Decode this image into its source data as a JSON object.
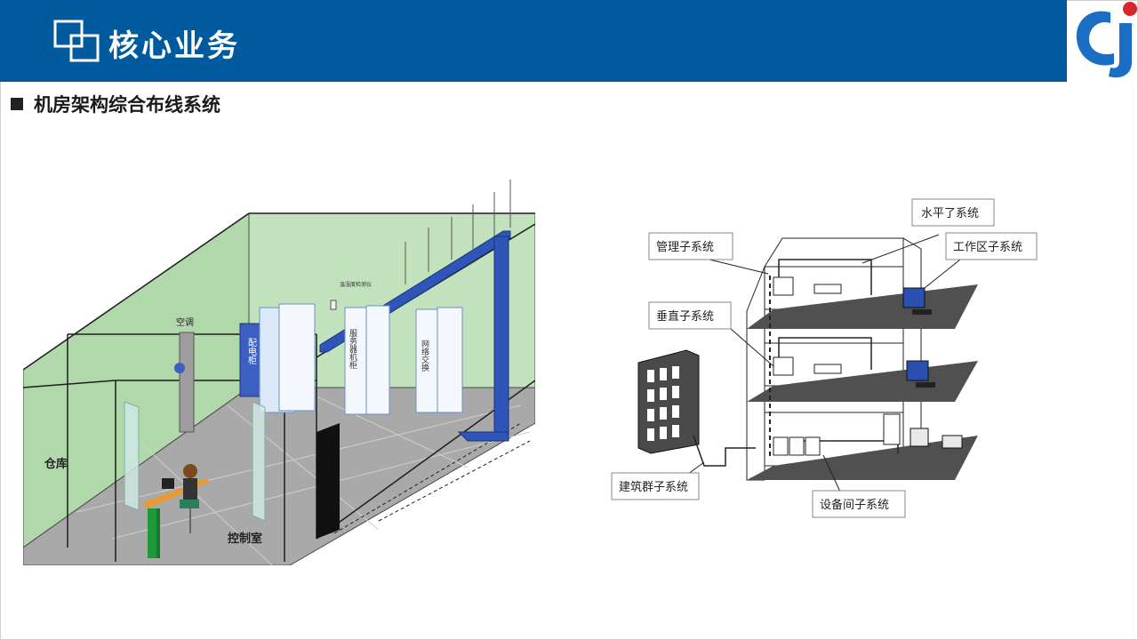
{
  "header": {
    "title": "核心业务"
  },
  "section": {
    "title": "机房架构综合布线系统"
  },
  "room_diagram": {
    "labels": {
      "warehouse": "仓库",
      "control_room": "控制室",
      "air_conditioner": "空调",
      "power_cabinet": "配电柜",
      "server_cabinet": "服务器机柜",
      "network_switch": "网络交换",
      "sensor": "温湿度检测仪"
    }
  },
  "cabling_diagram": {
    "labels": {
      "horizontal": "水平了系统",
      "management": "管理子系统",
      "work_area": "工作区子系统",
      "vertical": "垂直子系统",
      "building_group": "建筑群子系统",
      "equipment": "设备间子系统"
    }
  },
  "colors": {
    "header_bg": "#005a9e",
    "logo_blue": "#1a6fc4",
    "logo_red": "#d7262e",
    "duct_blue": "#2f55b8",
    "wall_green": "#b8dcb4"
  }
}
